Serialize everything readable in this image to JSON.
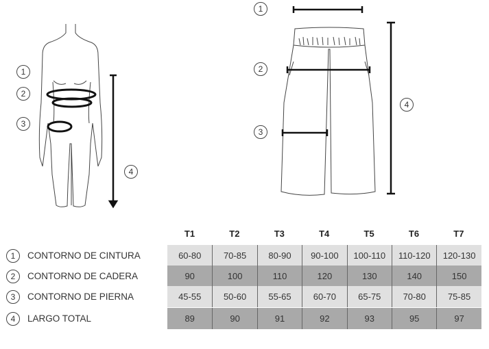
{
  "figure_labels": {
    "body": [
      "1",
      "2",
      "3",
      "4"
    ],
    "pants": [
      "1",
      "2",
      "3",
      "4"
    ]
  },
  "table": {
    "headers": [
      "T1",
      "T2",
      "T3",
      "T4",
      "T5",
      "T6",
      "T7"
    ],
    "rows": [
      {
        "num": "1",
        "label": "CONTORNO DE CINTURA",
        "values": [
          "60-80",
          "70-85",
          "80-90",
          "90-100",
          "100-110",
          "110-120",
          "120-130"
        ]
      },
      {
        "num": "2",
        "label": "CONTORNO DE CADERA",
        "values": [
          "90",
          "100",
          "110",
          "120",
          "130",
          "140",
          "150"
        ]
      },
      {
        "num": "3",
        "label": "CONTORNO DE PIERNA",
        "values": [
          "45-55",
          "50-60",
          "55-65",
          "60-70",
          "65-75",
          "70-80",
          "75-85"
        ]
      },
      {
        "num": "4",
        "label": "LARGO TOTAL",
        "values": [
          "89",
          "90",
          "91",
          "92",
          "93",
          "95",
          "97"
        ]
      }
    ]
  }
}
